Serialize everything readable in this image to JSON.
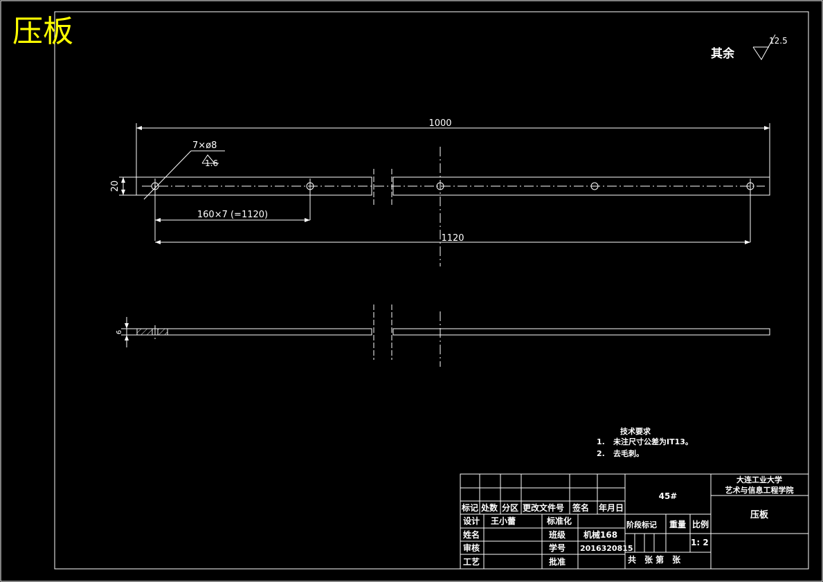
{
  "title": "压板",
  "roughness": {
    "label": "其余",
    "value": "12.5"
  },
  "dimensions": {
    "overall_length": "1000",
    "hole_callout": "7×ø8",
    "hole_roughness": "1.6",
    "pitch": "160×7 (=1120)",
    "span": "1120",
    "width": "20",
    "thickness": "6"
  },
  "tech_requirements": {
    "heading": "技术要求",
    "items": [
      {
        "num": "1.",
        "text": "未注尺寸公差为IT13。"
      },
      {
        "num": "2.",
        "text": "去毛刺。"
      }
    ]
  },
  "title_block": {
    "material": "45#",
    "school_line1": "大连工业大学",
    "school_line2": "艺术与信息工程学院",
    "part_name": "压板",
    "rev_headers": [
      "标记",
      "处数",
      "分区",
      "更改文件号",
      "签名",
      "年月日"
    ],
    "design_label": "设计",
    "designer": "王小蕾",
    "std_label": "标准化",
    "sign_label": "姓名",
    "class_label": "班级",
    "class_value": "机械168",
    "review_label": "审核",
    "id_label": "学号",
    "id_value": "2016320815",
    "process_label": "工艺",
    "approve_label": "批准",
    "stage_label": "阶段标记",
    "weight_label": "重量",
    "scale_label": "比例",
    "scale_value": "1: 2",
    "sheets_label": "共　张 第　张"
  }
}
